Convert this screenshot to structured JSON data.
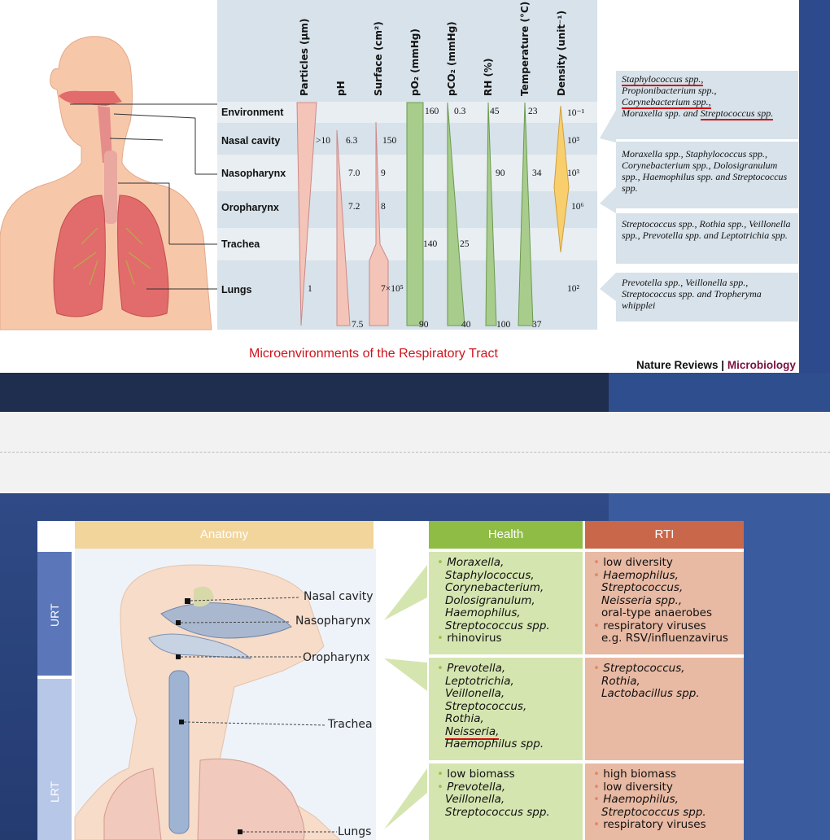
{
  "top_figure": {
    "column_headers": [
      "Particles (μm)",
      "pH",
      "Surface (cm²)",
      "pO₂ (mmHg)",
      "pCO₂ (mmHg)",
      "RH (%)",
      "Temperature (°C)",
      "Density (unit⁻¹)"
    ],
    "row_labels": [
      "Environment",
      "Nasal cavity",
      "Nasopharynx",
      "Oropharynx",
      "Trachea",
      "Lungs"
    ],
    "values": {
      "particles_nasal": ">10",
      "particles_lungs": "1",
      "ph_nasal": "6.3",
      "ph_naso": "7.0",
      "ph_oro": "7.2",
      "ph_bottom": "7.5",
      "surf_nasal": "150",
      "surf_naso": "9",
      "surf_oro": "8",
      "surf_lungs": "7×10⁵",
      "po2_env": "160",
      "po2_trachea": "140",
      "po2_bottom": "90",
      "pco2_env": "0.3",
      "pco2_trachea": "25",
      "pco2_bottom": "40",
      "rh_env": "45",
      "rh_naso": "90",
      "rh_bottom": "100",
      "temp_env": "23",
      "temp_naso": "34",
      "temp_bottom": "37",
      "dens_env": "10⁻¹",
      "dens_nasal": "10³",
      "dens_naso": "10³",
      "dens_oro": "10⁶",
      "dens_lungs": "10²"
    },
    "organisms": {
      "env_1": "Staphylococcus spp.,",
      "env_2": "Propionibacterium spp.,",
      "env_3": "Corynebacterium spp.,",
      "env_4a": "Moraxella spp. and ",
      "env_4b": "Streptococcus spp.",
      "naso": "Moraxella spp., Staphylococcus spp., Corynebacterium spp., Dolosigranulum spp., Haemophilus spp. and Streptococcus spp.",
      "oro": "Streptococcus spp., Rothia spp., Veillonella spp., Prevotella spp. and Leptotrichia spp.",
      "lungs": "Prevotella spp., Veillonella spp., Streptococcus spp. and Tropheryma whipplei"
    },
    "caption": "Microenvironments of the Respiratory Tract",
    "credit_a": "Nature Reviews | ",
    "credit_b": "Microbiology"
  },
  "bottom_figure": {
    "headers": {
      "anatomy": "Anatomy",
      "health": "Health",
      "rti": "RTI"
    },
    "side": {
      "urt": "URT",
      "lrt": "LRT"
    },
    "anatomy_labels": [
      "Nasal cavity",
      "Nasopharynx",
      "Oropharynx",
      "Trachea",
      "Lungs"
    ],
    "health_1": [
      "Moraxella,",
      "Staphylococcus,",
      "Corynebacterium,",
      "Dolosigranulum,",
      "Haemophilus,",
      "Streptococcus spp."
    ],
    "health_1_virus": "rhinovirus",
    "health_2": [
      "Prevotella,",
      "Leptotrichia,",
      "Veillonella,",
      "Streptococcus,",
      "Rothia,",
      "Neisseria,",
      "Haemophilus spp."
    ],
    "health_3_a": "low biomass",
    "health_3": [
      "Prevotella,",
      "Veillonella,",
      "Streptococcus spp."
    ],
    "rti_1_a": "low diversity",
    "rti_1": [
      "Haemophilus,",
      "Streptococcus,",
      "Neisseria spp.,"
    ],
    "rti_1_b": "oral-type anaerobes",
    "rti_1_c": "respiratory viruses",
    "rti_1_d": "e.g. RSV/influenzavirus",
    "rti_2": [
      "Streptococcus,",
      "Rothia,",
      "Lactobacillus spp."
    ],
    "rti_3_a": "high biomass",
    "rti_3_b": "low diversity",
    "rti_3": [
      "Haemophilus,",
      "Streptococcus spp."
    ],
    "rti_3_c": "respiratory viruses"
  },
  "colors": {
    "health": "#8fbc45",
    "rti": "#c9674a",
    "health_cell": "#d5e5b0",
    "rti_cell": "#e8b9a3"
  }
}
